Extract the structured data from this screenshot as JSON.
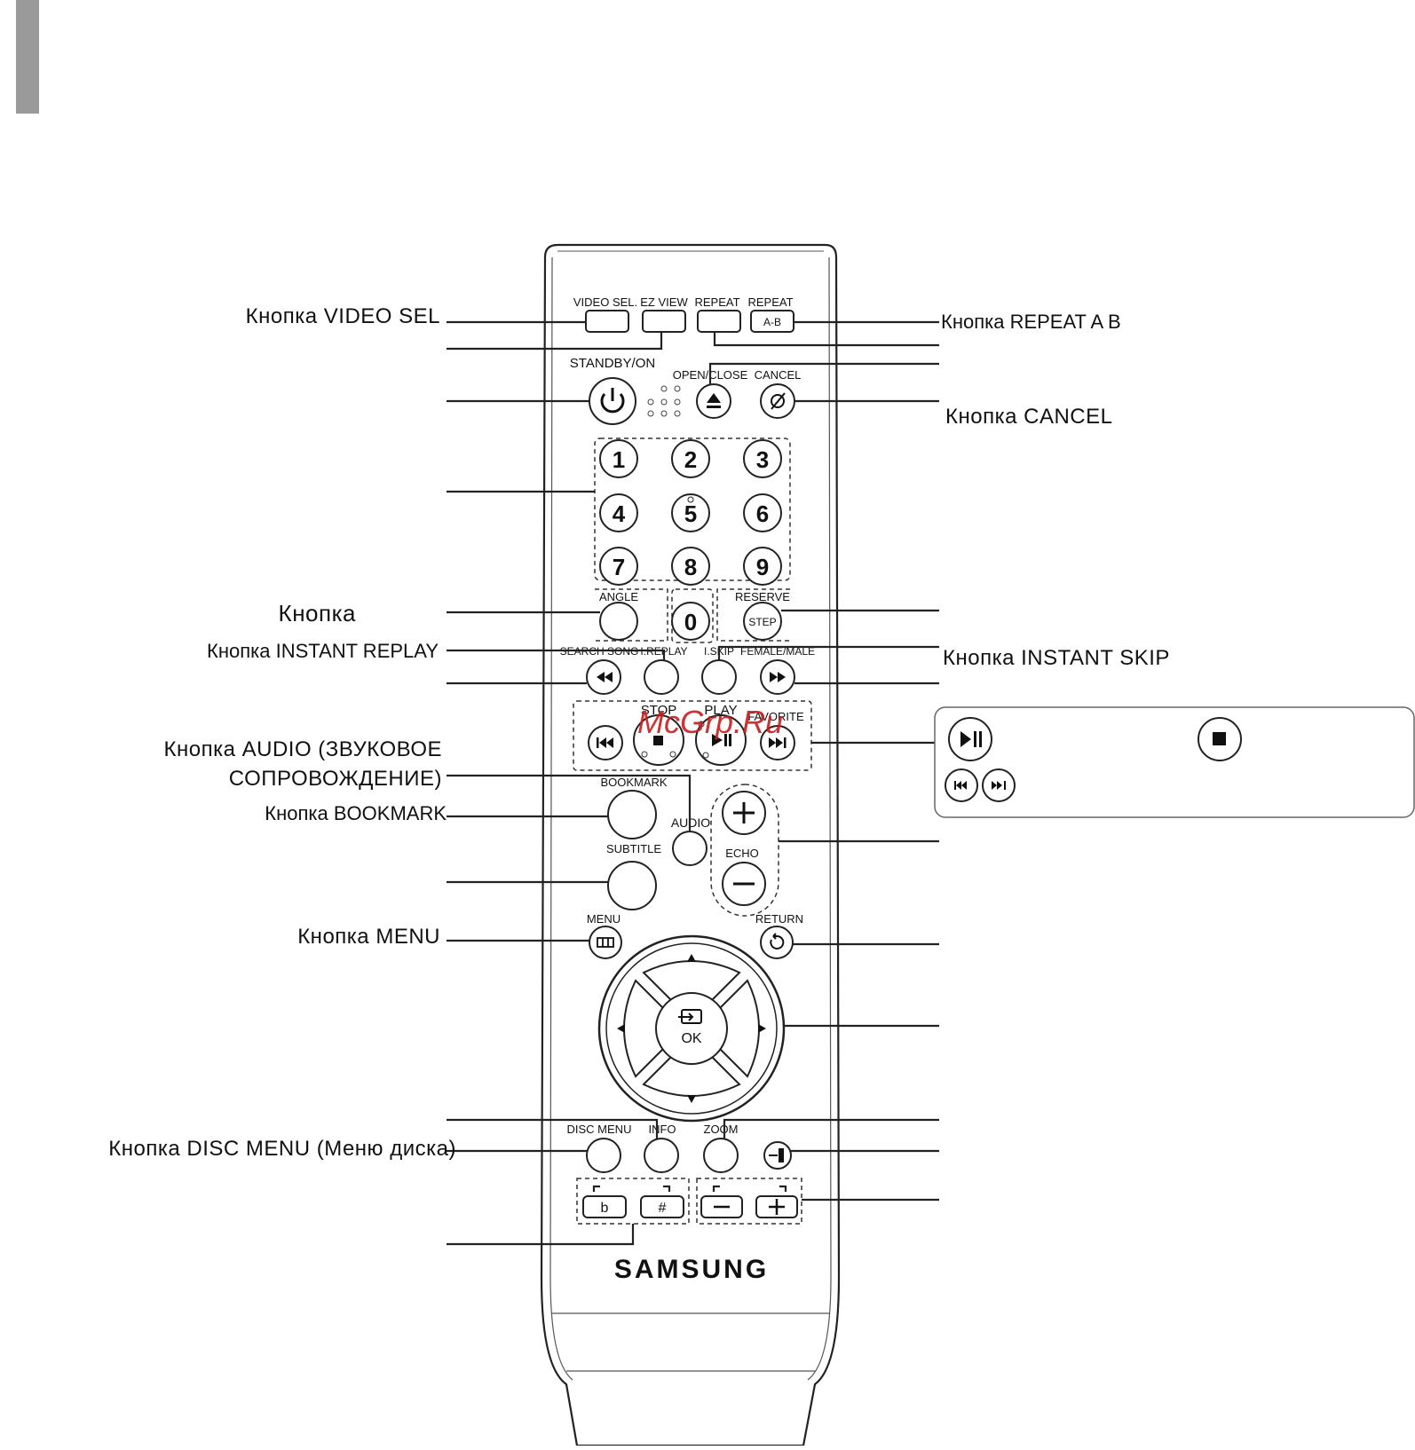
{
  "callouts": {
    "video_sel": "Кнопка VIDEO SEL",
    "repeat_ab": "Кнопка REPEAT A B",
    "cancel": "Кнопка CANCEL",
    "angle": "Кнопка",
    "instant_replay": "Кнопка INSTANT REPLAY",
    "instant_skip": "Кнопка INSTANT SKIP",
    "audio_1": "Кнопка AUDIO (ЗВУКОВОЕ",
    "audio_2": "СОПРОВОЖДЕНИЕ)",
    "bookmark": "Кнопка BOOKMARK",
    "menu": "Кнопка MENU",
    "disc_menu": "Кнопка DISC MENU (Меню диска)"
  },
  "remote": {
    "video_sel": "VIDEO SEL.",
    "ez_view": "EZ VIEW",
    "repeat": "REPEAT",
    "repeat2": "REPEAT",
    "a_b": "A-B",
    "standby": "STANDBY/ON",
    "open_close": "OPEN/CLOSE",
    "cancel": "CANCEL",
    "digits": [
      "1",
      "2",
      "3",
      "4",
      "5",
      "6",
      "7",
      "8",
      "9",
      "0"
    ],
    "angle": "ANGLE",
    "reserve": "RESERVE",
    "step": "STEP",
    "search_song": "SEARCH SONG",
    "i_replay": "I.REPLAY",
    "i_skip": "I.SKIP",
    "female_male": "FEMALE/MALE",
    "stop": "STOP",
    "play": "PLAY",
    "favorite": "FAVORITE",
    "bookmark": "BOOKMARK",
    "audio": "AUDIO",
    "subtitle": "SUBTITLE",
    "echo": "ECHO",
    "menu": "MENU",
    "return": "RETURN",
    "ok": "OK",
    "disc_menu": "DISC MENU",
    "info": "INFO",
    "zoom": "ZOOM",
    "flat": "b",
    "sharp": "#",
    "brand": "SAMSUNG"
  },
  "watermark": "McGrp.Ru",
  "icons": [
    "power-icon",
    "eject-icon",
    "cancel-icon",
    "rewind-icon",
    "fast-forward-icon",
    "skip-back-icon",
    "stop-icon",
    "play-pause-icon",
    "skip-forward-icon",
    "plus-icon",
    "minus-icon",
    "menu-icon",
    "return-icon",
    "enter-icon",
    "input-icon"
  ],
  "colors": {
    "watermark": "#c81e1e",
    "ink": "#222222",
    "tab": "#9a9a9a"
  }
}
